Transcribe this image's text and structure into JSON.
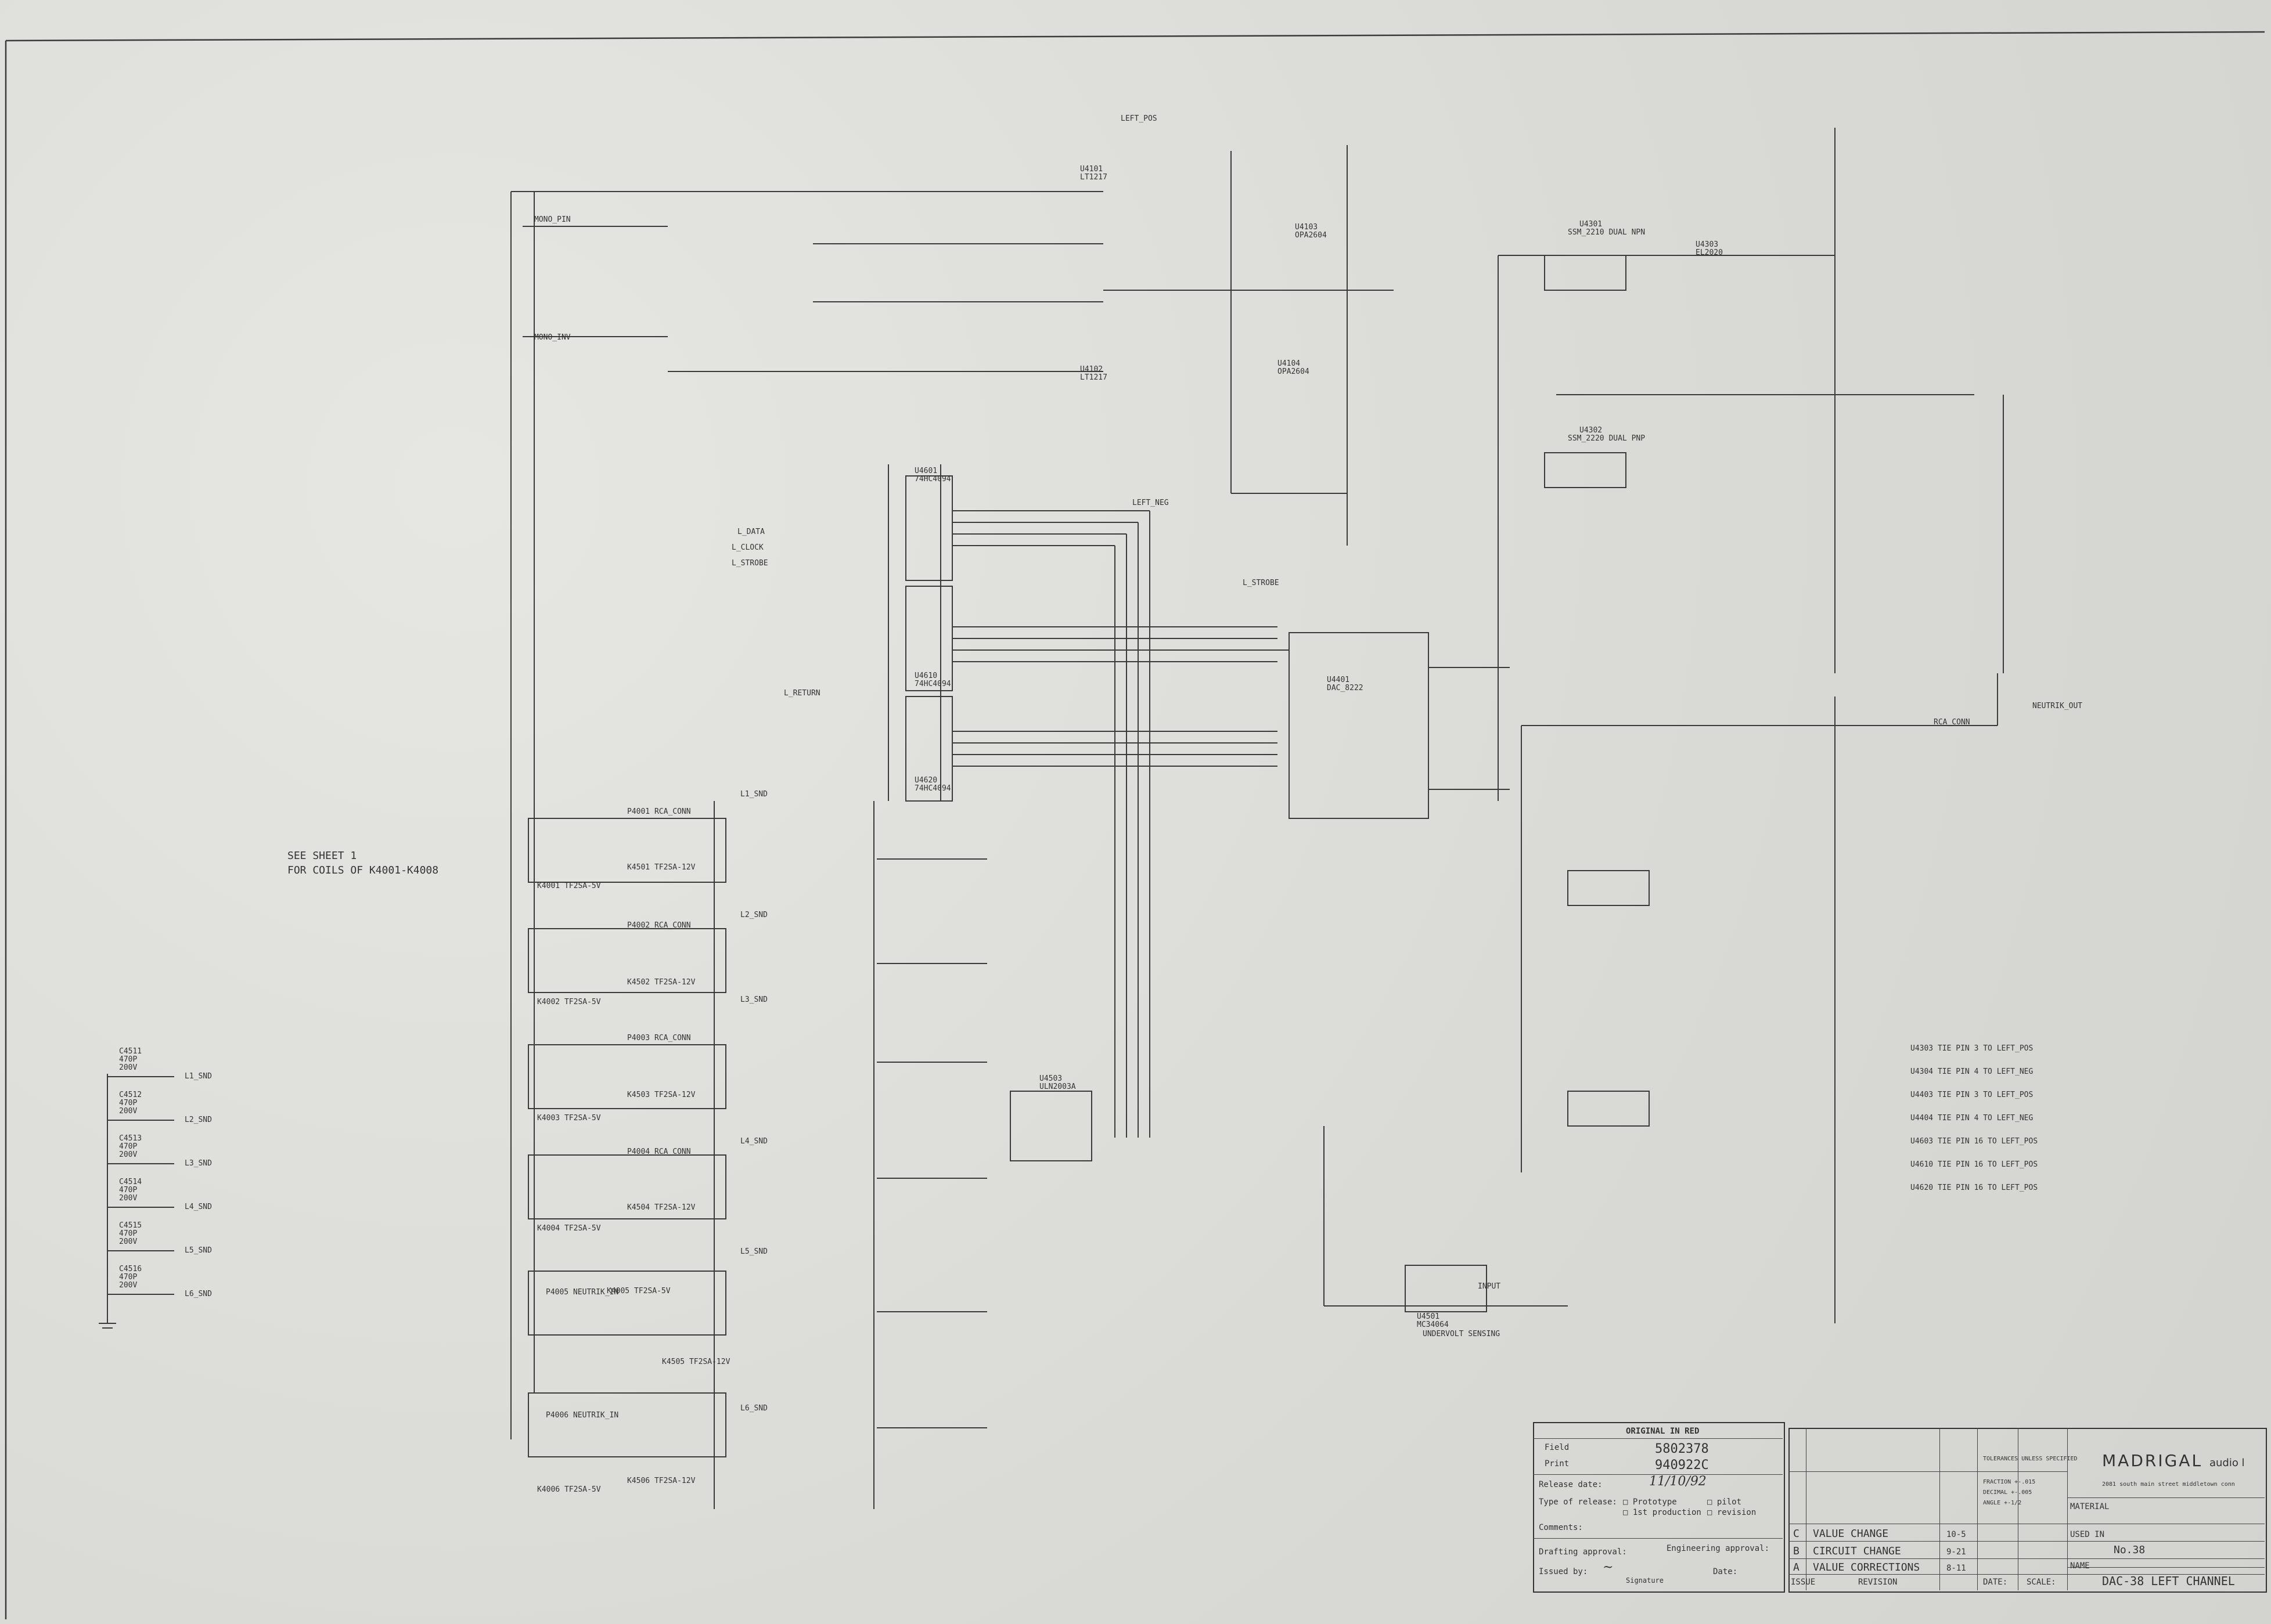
{
  "notes": {
    "see_sheet_line1": "SEE SHEET 1",
    "see_sheet_line2": "FOR COILS OF K4001-K4008"
  },
  "signals": {
    "mono_pin": "MONO_PIN",
    "mono_inv": "MONO_INV",
    "l_data": "L_DATA",
    "l_clock": "L_CLOCK",
    "l_strobe_in": "L_STROBE",
    "l_strobe": "L_STROBE",
    "l_return": "L_RETURN",
    "left_pos": "LEFT_POS",
    "left_neg": "LEFT_NEG",
    "neutrik_out": "NEUTRIK_OUT",
    "rca_conn": "RCA_CONN",
    "input": "INPUT",
    "undervolt": "UNDERVOLT SENSING"
  },
  "ground_caps": [
    {
      "ref": "C4511",
      "val": "470P",
      "volt": "200V",
      "net": "L1_SND"
    },
    {
      "ref": "C4512",
      "val": "470P",
      "volt": "200V",
      "net": "L2_SND"
    },
    {
      "ref": "C4513",
      "val": "470P",
      "volt": "200V",
      "net": "L3_SND"
    },
    {
      "ref": "C4514",
      "val": "470P",
      "volt": "200V",
      "net": "L4_SND"
    },
    {
      "ref": "C4515",
      "val": "470P",
      "volt": "200V",
      "net": "L5_SND"
    },
    {
      "ref": "C4516",
      "val": "470P",
      "volt": "200V",
      "net": "L6_SND"
    }
  ],
  "relay_groups": [
    {
      "gnd": "L1_SND",
      "relays": [
        "K4001 TF2SA-5V",
        "K4501 TF2SA-12V",
        "P4001 RCA_CONN"
      ]
    },
    {
      "gnd": "L2_SND",
      "relays": [
        "K4002 TF2SA-5V",
        "K4502 TF2SA-12V",
        "P4002 RCA_CONN"
      ]
    },
    {
      "gnd": "L3_SND",
      "relays": [
        "K4003 TF2SA-5V",
        "K4503 TF2SA-12V",
        "P4003 RCA_CONN"
      ]
    },
    {
      "gnd": "L4_SND",
      "relays": [
        "K4004 TF2SA-5V",
        "K4504 TF2SA-12V",
        "P4004 RCA_CONN"
      ]
    },
    {
      "gnd": "L5_SND",
      "relays": [
        "K4005 TF2SA-5V",
        "K4505 TF2SA-12V",
        "P4005 NEUTRIK_IN"
      ]
    },
    {
      "gnd": "L6_SND",
      "relays": [
        "K4006 TF2SA-5V",
        "K4506 TF2SA-12V",
        "P4006 NEUTRIK_IN"
      ]
    }
  ],
  "ics": [
    {
      "ref": "U4601",
      "part": "74HC4094"
    },
    {
      "ref": "U4610",
      "part": "74HC4094"
    },
    {
      "ref": "U4620",
      "part": "74HC4094"
    },
    {
      "ref": "U4503",
      "part": "ULN2003A"
    },
    {
      "ref": "U4101",
      "part": "LT1217"
    },
    {
      "ref": "U4102",
      "part": "LT1217"
    },
    {
      "ref": "U4103",
      "part": "OPA2604"
    },
    {
      "ref": "U4104",
      "part": "OPA2604"
    },
    {
      "ref": "U4401",
      "part": "DAC_8222"
    },
    {
      "ref": "U4301",
      "part": "SSM_2210 DUAL NPN"
    },
    {
      "ref": "U4302",
      "part": "SSM_2220 DUAL PNP"
    },
    {
      "ref": "U4303",
      "part": "EL2020"
    },
    {
      "ref": "U4501",
      "part": "MC34064"
    }
  ],
  "tie_notes": [
    "U4303 TIE PIN 3 TO LEFT_POS",
    "U4304 TIE PIN 4 TO LEFT_NEG",
    "U4403 TIE PIN 3 TO LEFT_POS",
    "U4404 TIE PIN 4 TO LEFT_NEG",
    "U4603 TIE PIN 16 TO LEFT_POS",
    "U4610 TIE PIN 16 TO LEFT_POS",
    "U4620 TIE PIN 16 TO LEFT_POS"
  ],
  "title_block": {
    "original_header": "ORIGINAL IN RED",
    "field_label": "Field",
    "field_value": "5802378",
    "print_label": "Print",
    "print_value": "940922C",
    "release_label": "Release date:",
    "release_value": "11/10/92",
    "type_label": "Type of release:",
    "opt_prototype": "Prototype",
    "opt_pilot": "pilot",
    "opt_production": "1st production",
    "opt_revision": "revision",
    "comments_label": "Comments:",
    "drafting_label": "Drafting approval:",
    "engineering_label": "Engineering approval:",
    "issued_label": "Issued by:",
    "signature_label": "Signature",
    "date_label": "Date:",
    "tolerances": "TOLERANCES UNLESS SPECIFIED",
    "fraction": "FRACTION +-.015",
    "decimal": "DECIMAL +-.005",
    "angle": "ANGLE +-1/2",
    "company": "MADRIGAL",
    "company_suffix": "audio l",
    "address": "2081 south main street middletown conn",
    "material_label": "MATERIAL",
    "used_in_label": "USED IN",
    "used_in_value": "No.38",
    "name_label": "NAME",
    "name_value": "DAC-38 LEFT CHANNEL",
    "date_col": "DATE:",
    "scale_col": "SCALE:",
    "issue_col": "ISSUE",
    "revision_col": "REVISION"
  },
  "revisions": [
    {
      "issue": "C",
      "text": "VALUE CHANGE",
      "date": "10-5"
    },
    {
      "issue": "B",
      "text": "CIRCUIT CHANGE",
      "date": "9-21"
    },
    {
      "issue": "A",
      "text": "VALUE CORRECTIONS",
      "date": "8-11"
    }
  ]
}
